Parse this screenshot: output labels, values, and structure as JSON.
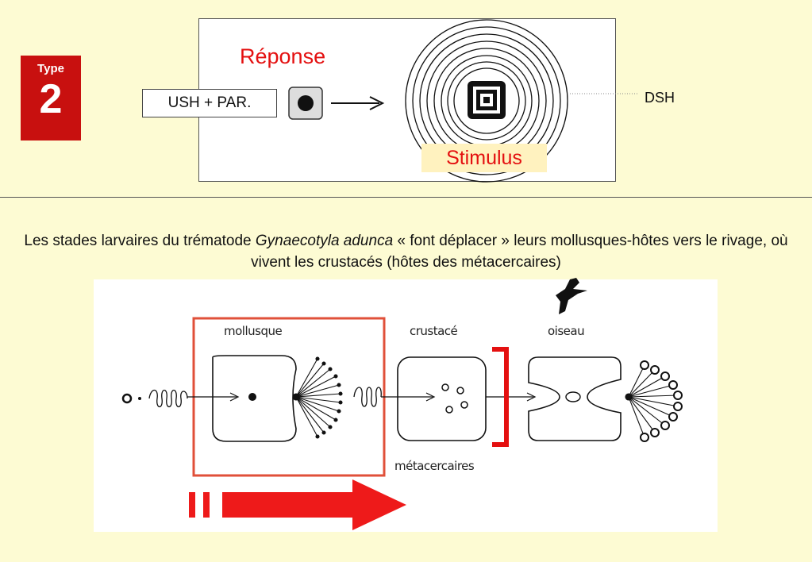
{
  "badge": {
    "label": "Type",
    "number": "2"
  },
  "top_panel": {
    "reponse": "Réponse",
    "ush_par": "USH + PAR.",
    "stimulus": "Stimulus",
    "dsh": "DSH"
  },
  "caption": {
    "before_species": "Les stades larvaires du trématode ",
    "species": "Gynaecotyla adunca",
    "after_species": " « font  déplacer » leurs mollusques-hôtes vers le rivage, où vivent les crustacés (hôtes des métacercaires)"
  },
  "diagram": {
    "mollusque": "mollusque",
    "crustace": "crustacé",
    "oiseau": "oiseau",
    "metacercaires": "métacercaires"
  },
  "colors": {
    "badge": "#c8100f",
    "accent_red": "#e41010",
    "background": "#fdfbd3"
  }
}
